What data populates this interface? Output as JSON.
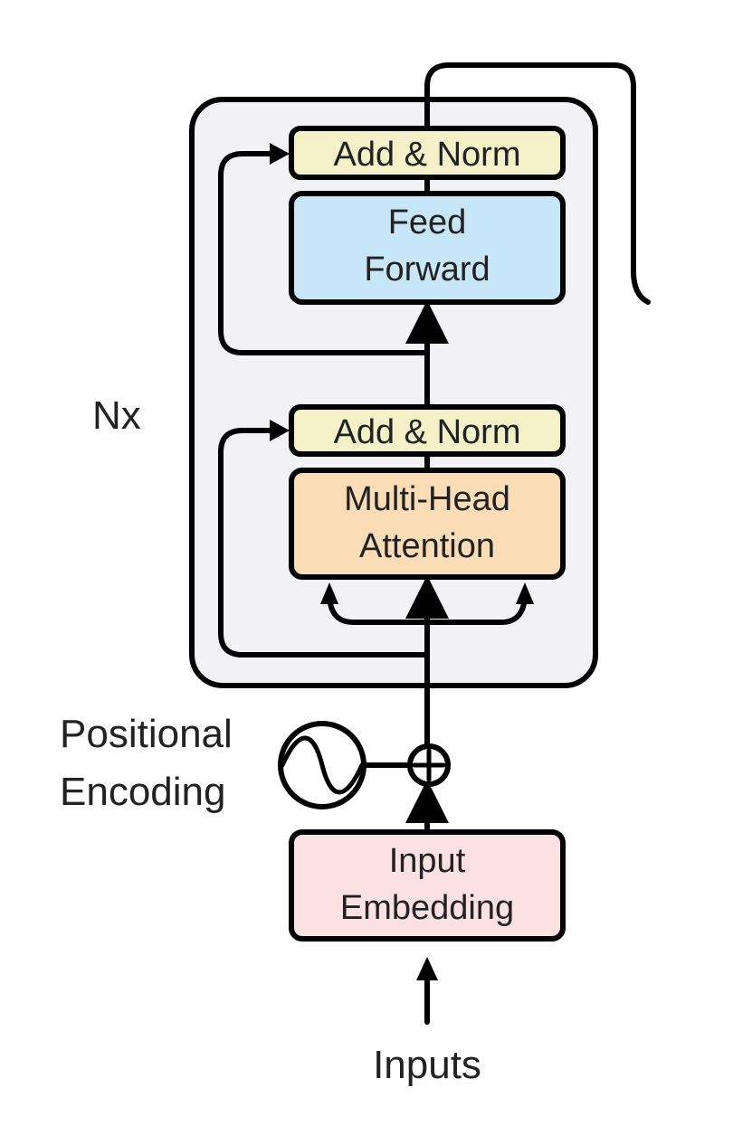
{
  "blocks": {
    "add_norm_top": "Add & Norm",
    "feed_forward": [
      "Feed",
      "Forward"
    ],
    "add_norm_bottom": "Add & Norm",
    "multi_head_attention": [
      "Multi-Head",
      "Attention"
    ],
    "input_embedding": [
      "Input",
      "Embedding"
    ]
  },
  "labels": {
    "repeat": "Nx",
    "positional_encoding": [
      "Positional",
      "Encoding"
    ],
    "inputs": "Inputs"
  },
  "colors": {
    "encoder_frame": "#f2f2f5",
    "add_norm": "#f4f1c8",
    "feed_forward": "#c7e6f7",
    "attention": "#fadcb7",
    "embedding": "#fbe1e3",
    "line": "#000000"
  }
}
